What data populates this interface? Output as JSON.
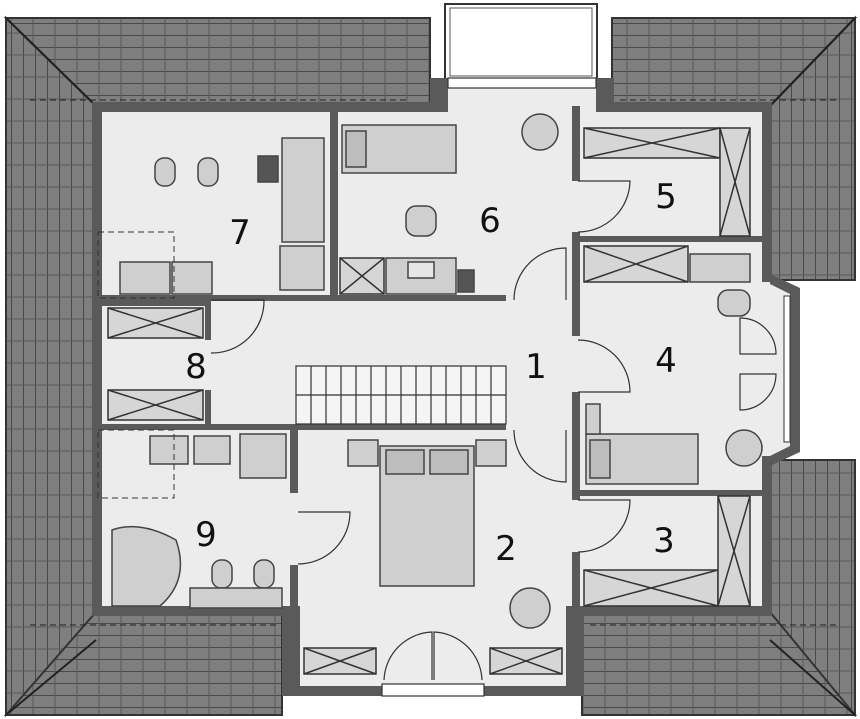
{
  "colors": {
    "roof": "#7f7f7f",
    "roof_line": "#4a4a4a",
    "wall": "#5a5a5a",
    "floor": "#ececec",
    "fixture": "#cfcfcf",
    "fixture_line": "#444444",
    "window": "#ffffff"
  },
  "rooms": [
    {
      "id": "room-1",
      "label": "1"
    },
    {
      "id": "room-2",
      "label": "2"
    },
    {
      "id": "room-3",
      "label": "3"
    },
    {
      "id": "room-4",
      "label": "4"
    },
    {
      "id": "room-5",
      "label": "5"
    },
    {
      "id": "room-6",
      "label": "6"
    },
    {
      "id": "room-7",
      "label": "7"
    },
    {
      "id": "room-8",
      "label": "8"
    },
    {
      "id": "room-9",
      "label": "9"
    }
  ],
  "icons": [
    "roof-icon",
    "wall-icon",
    "bed-icon",
    "wardrobe-icon",
    "desk-icon",
    "armchair-icon",
    "toilet-icon",
    "bidet-icon",
    "bathtub-icon",
    "shower-icon",
    "sink-icon",
    "washing-machine-icon",
    "stairs-icon",
    "door-icon",
    "window-icon",
    "balcony-icon"
  ]
}
